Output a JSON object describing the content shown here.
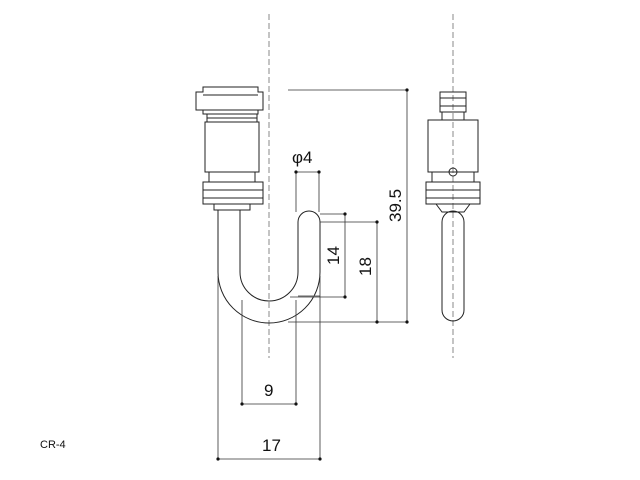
{
  "model_code": "CR-4",
  "dimensions": {
    "diameter": "φ4",
    "height_total": "39.5",
    "hook_depth_18": "18",
    "hook_depth_14": "14",
    "inner_width": "9",
    "outer_width": "17"
  },
  "colors": {
    "line": "#222222",
    "center_line": "#888888",
    "dim_line": "#333333"
  }
}
